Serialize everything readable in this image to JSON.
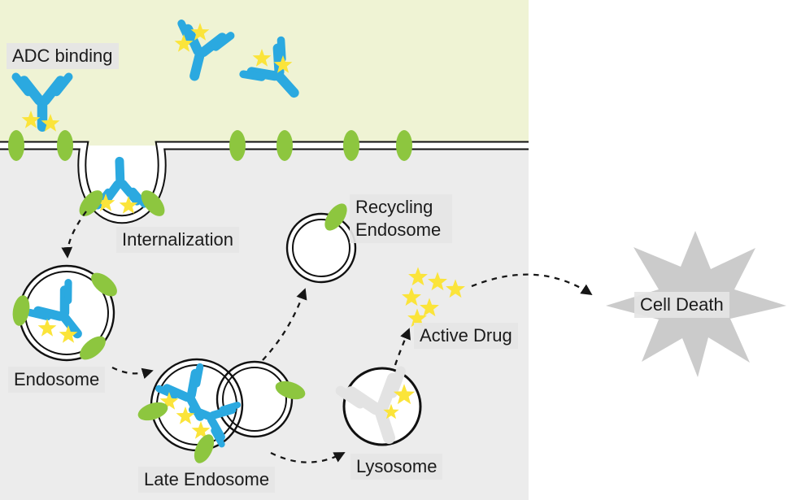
{
  "diagram": {
    "labels": {
      "adc_binding": "ADC binding",
      "internalization": "Internalization",
      "recycling_endosome": "Recycling Endosome",
      "endosome": "Endosome",
      "late_endosome": "Late Endosome",
      "lysosome": "Lysosome",
      "active_drug": "Active Drug",
      "cell_death": "Cell Death"
    },
    "colors": {
      "extracellular_bg": "#eff3d4",
      "cytoplasm_bg": "#ececec",
      "vesicle_interior": "#ffffff",
      "antibody_blue": "#2ba9e0",
      "faded_antibody_gray": "#e3e3e3",
      "receptor_green": "#8dc63f",
      "drug_star_yellow": "#fbe43a",
      "cell_death_gray": "#cbcbcb",
      "label_bg": "#e6e6e6",
      "membrane_black": "#111111"
    },
    "icons": {
      "antibody": "antibody-y-icon",
      "drug_payload": "star-icon",
      "receptor": "receptor-oval-icon",
      "cell_death": "starburst-icon",
      "arrows": "dashed-arrow"
    }
  }
}
